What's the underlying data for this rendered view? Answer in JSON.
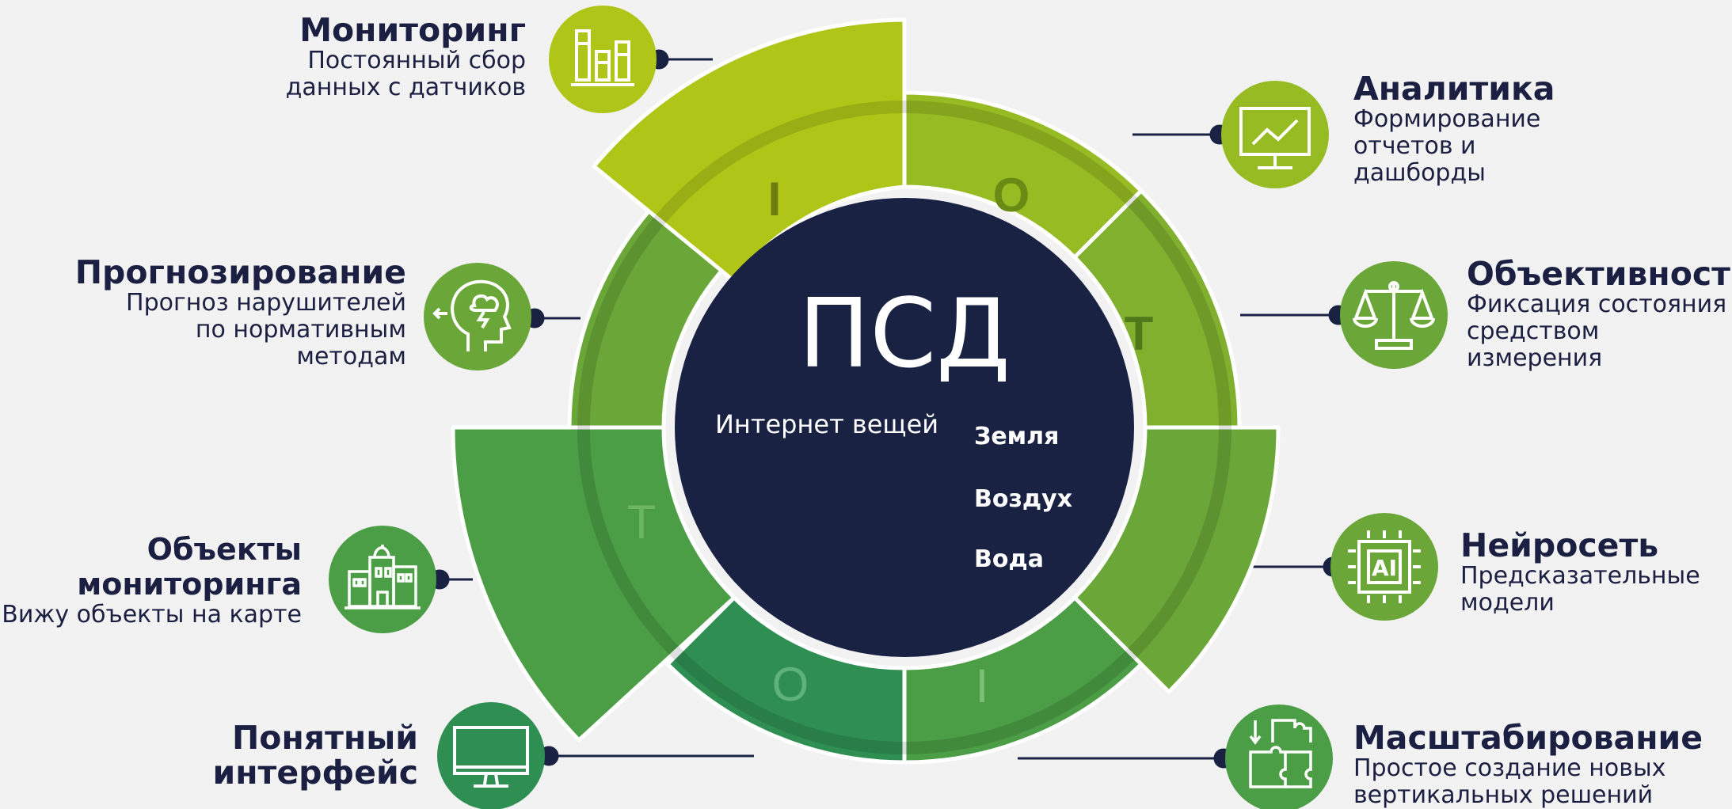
{
  "colors": {
    "background": "#f2f2f2",
    "center": "#1a2243",
    "line": "#1a2243",
    "lime": "#afc517",
    "green1": "#97bb22",
    "green2": "#80b02e",
    "green3": "#6aa738",
    "green4": "#4b9e45",
    "green5": "#2f8f52",
    "icon_green": "#5aa83a"
  },
  "center": {
    "title": "ПСД",
    "subtitle": "Интернет вещей",
    "items": [
      "Земля",
      "Воздух",
      "Вода"
    ]
  },
  "ring_letters": [
    "I",
    "O",
    "T",
    "T",
    "O",
    "I"
  ],
  "blocks": [
    {
      "id": "monitoring",
      "title": "Мониторинг",
      "desc": [
        "Постоянный сбор",
        "данных с датчиков"
      ],
      "icon": "bar-chart-icon"
    },
    {
      "id": "forecasting",
      "title": "Прогнозирование",
      "desc": [
        "Прогноз нарушителей",
        "по нормативным",
        "методам"
      ],
      "icon": "head-storm-icon"
    },
    {
      "id": "objects",
      "title": [
        "Объекты",
        "мониторинга"
      ],
      "desc": [
        "Вижу объекты на карте"
      ],
      "icon": "buildings-icon"
    },
    {
      "id": "interface",
      "title": [
        "Понятный",
        "интерфейс"
      ],
      "desc": [],
      "icon": "monitor-icon"
    },
    {
      "id": "analytics",
      "title": "Аналитика",
      "desc": [
        "Формирование",
        "отчетов и",
        "дашборды"
      ],
      "icon": "dashboard-icon"
    },
    {
      "id": "objectivity",
      "title": "Объективность",
      "desc": [
        "Фиксация состояния",
        "средством",
        "измерения"
      ],
      "icon": "scales-icon"
    },
    {
      "id": "neural",
      "title": "Нейросеть",
      "desc": [
        "Предсказательные",
        "модели"
      ],
      "icon": "ai-chip-icon"
    },
    {
      "id": "scaling",
      "title": "Масштабирование",
      "desc": [
        "Простое создание новых",
        "вертикальных решений"
      ],
      "icon": "puzzle-icon"
    }
  ]
}
